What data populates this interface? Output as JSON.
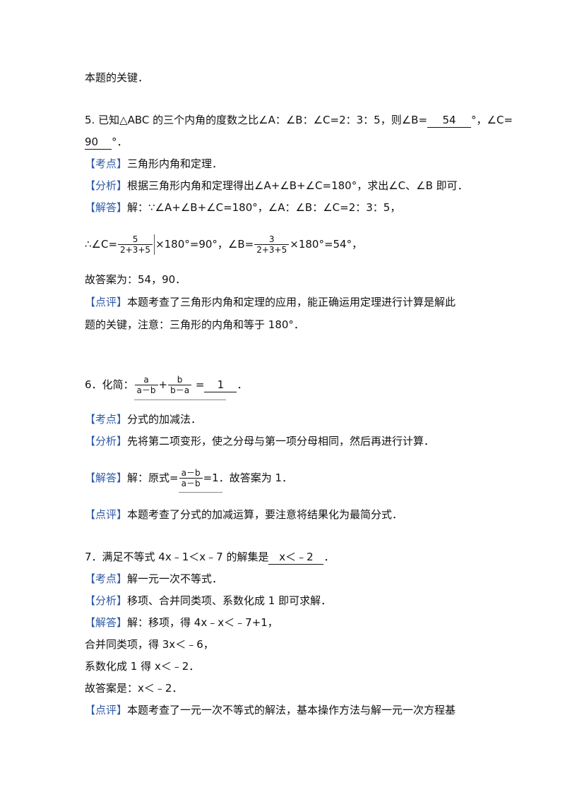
{
  "lines": {
    "l0": "本题的关键．",
    "q5_a": "5. 已知△ABC 的三个内角的度数之比∠A：∠B：∠C=2：3：5，则∠B=",
    "q5_b": "54",
    "q5_c": "°，∠C=",
    "q5_d": "90",
    "q5_e": "°．",
    "q5_kd_tag": "【考点】",
    "q5_kd": "三角形内角和定理．",
    "q5_fx_tag": "【分析】",
    "q5_fx": "根据三角形内角和定理得出∠A+∠B+∠C=180°，求出∠C、∠B 即可．",
    "q5_jd_tag": "【解答】",
    "q5_jd": "解：∵∠A+∠B+∠C=180°，∠A：∠B：∠C=2：3：5，",
    "q5_th_a": "∴∠C=",
    "q5_f1_num": "5",
    "q5_f1_den": "2+3+5",
    "q5_th_b": "×180°=90°，∠B=",
    "q5_f2_num": "3",
    "q5_f2_den": "2+3+5",
    "q5_th_c": "×180°=54°，",
    "q5_ans": "故答案为：54，90．",
    "q5_dp_tag": "【点评】",
    "q5_dp1": "本题考查了三角形内角和定理的应用，能正确运用定理进行计算是解此",
    "q5_dp2": "题的关键，注意：三角形的内角和等于 180°．",
    "q6_a": "6．化简：",
    "q6_f1_num": "a",
    "q6_f1_den": "a－b",
    "q6_plus": "+",
    "q6_f2_num": "b",
    "q6_f2_den": "b－a",
    "q6_b": "=",
    "q6_blank": "1",
    "q6_c": "．",
    "q6_kd_tag": "【考点】",
    "q6_kd": "分式的加减法．",
    "q6_fx_tag": "【分析】",
    "q6_fx": "先将第二项变形，使之分母与第一项分母相同，然后再进行计算．",
    "q6_jd_tag": "【解答】",
    "q6_jd_a": "解：原式=",
    "q6_jd_num": "a－b",
    "q6_jd_den": "a－b",
    "q6_jd_b": "=1．故答案为 1．",
    "q6_dp_tag": "【点评】",
    "q6_dp": "本题考查了分式的加减运算，要注意将结果化为最简分式．",
    "q7_a": "7．满足不等式 4x﹣1＜x﹣7 的解集是",
    "q7_blank": "x＜﹣2",
    "q7_b": "．",
    "q7_kd_tag": "【考点】",
    "q7_kd": "解一元一次不等式．",
    "q7_fx_tag": "【分析】",
    "q7_fx": "移项、合并同类项、系数化成 1 即可求解．",
    "q7_jd_tag": "【解答】",
    "q7_jd": "解：移项，得 4x﹣x＜﹣7+1，",
    "q7_s2": "合并同类项，得 3x＜﹣6，",
    "q7_s3": "系数化成 1 得 x＜﹣2．",
    "q7_ans": "故答案是：x＜﹣2．",
    "q7_dp_tag": "【点评】",
    "q7_dp": "本题考查了一元一次不等式的解法，基本操作方法与解一元一次方程基"
  }
}
